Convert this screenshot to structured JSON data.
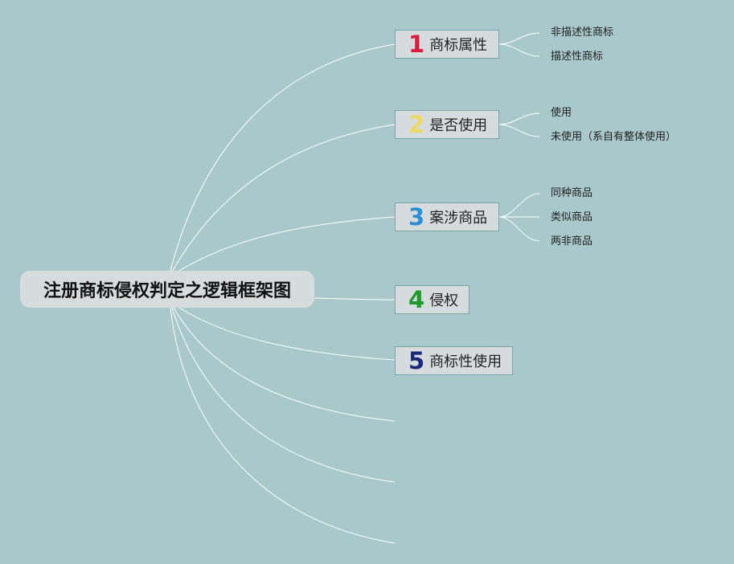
{
  "root": {
    "title": "注册商标侵权判定之逻辑框架图"
  },
  "branches": [
    {
      "num": "1",
      "label": "商标属性",
      "color": "#d6203b",
      "leaves": [
        "非描述性商标",
        "描述性商标"
      ]
    },
    {
      "num": "2",
      "label": "是否使用",
      "color": "#f0d860",
      "leaves": [
        "使用",
        "未使用（系自有整体使用）"
      ]
    },
    {
      "num": "3",
      "label": "案涉商品",
      "color": "#2a8fd6",
      "leaves": [
        "同种商品",
        "类似商品",
        "两非商品"
      ]
    },
    {
      "num": "4",
      "label": "侵权",
      "color": "#1e9a2a",
      "leaves": []
    },
    {
      "num": "5",
      "label": "商标性使用",
      "color": "#1a2a78",
      "leaves": []
    }
  ],
  "colors": {
    "background": "#a9c8cb",
    "node": "#d6dcdd",
    "line": "#ffffff"
  }
}
